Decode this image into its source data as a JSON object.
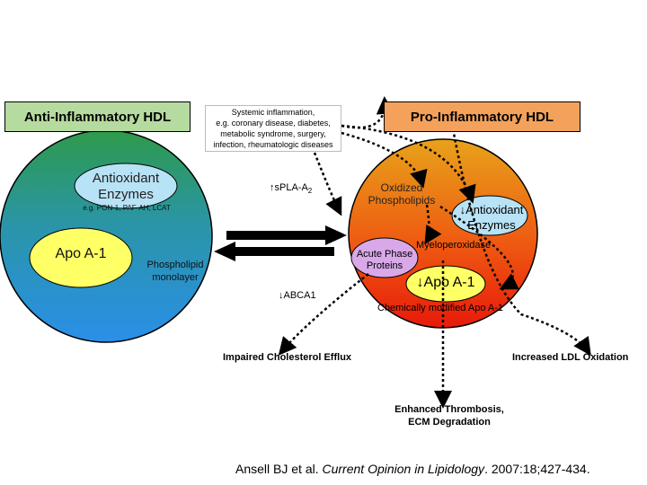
{
  "anti_hdl": {
    "title": "Anti-Inflammatory HDL",
    "antioxidant_line1": "Antioxidant",
    "antioxidant_line2": "Enzymes",
    "enzymes_example": "e.g. PON-1, PAF-AH, LCAT",
    "apo": "Apo A-1",
    "phospholipid_line1": "Phospholipid",
    "phospholipid_line2": "monolayer"
  },
  "systemic": {
    "line1": "Systemic inflammation,",
    "line2": "e.g. coronary disease, diabetes,",
    "line3": "metabolic syndrome, surgery,",
    "line4": "infection, rheumatologic diseases"
  },
  "pro_hdl": {
    "title": "Pro-Inflammatory HDL",
    "oxidized_line1": "Oxidized",
    "oxidized_line2": "Phospholipids",
    "antioxidant_line1": "↓Antioxidant",
    "antioxidant_line2": "Enzymes",
    "myeloperoxidase": "Myeloperoxidase",
    "acute_line1": "Acute Phase",
    "acute_line2": "Proteins",
    "apo": "↓Apo A-1",
    "chemically_modified": "Chemically modified Apo A-1"
  },
  "middle": {
    "spla2": "↑sPLA-A",
    "spla2_sub": "2",
    "abca1": "↓ABCA1"
  },
  "outcomes": {
    "efflux": "Impaired Cholesterol Efflux",
    "ldl": "Increased LDL Oxidation",
    "thrombosis_line1": "Enhanced Thrombosis,",
    "thrombosis_line2": "ECM Degradation"
  },
  "citation": {
    "authors": "Ansell BJ et al. ",
    "journal": "Current Opinion in Lipidology",
    "details": ". 2007:18;427-434."
  },
  "colors": {
    "anti_box": "#b6dba0",
    "pro_box": "#f4a25b",
    "anti_sphere_top": "#2e9a4a",
    "anti_sphere_bottom": "#2a8fe8",
    "pro_sphere_top": "#e8a21a",
    "pro_sphere_bottom": "#e81a0a",
    "apo_fill": "#ffff66",
    "enzyme_fill": "#b8e2f5",
    "protein_fill": "#d8a8e8"
  }
}
